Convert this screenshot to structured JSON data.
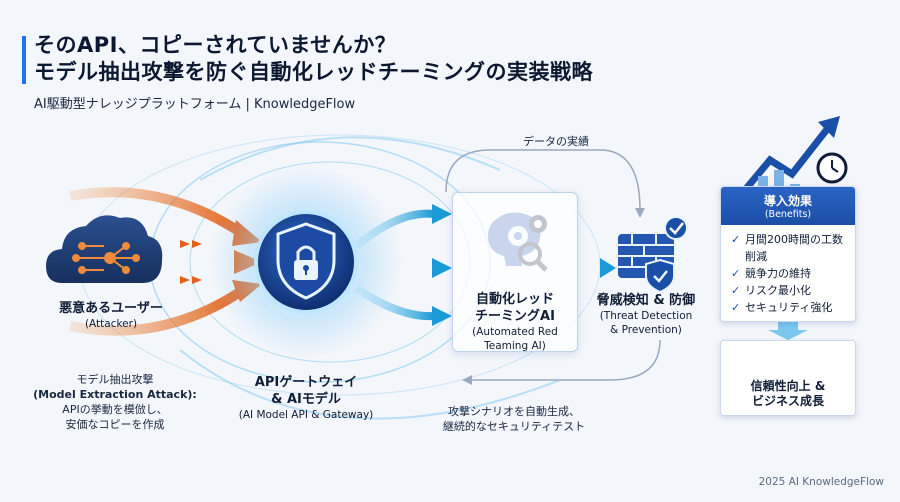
{
  "title": {
    "line1": "そのAPI、コピーされていませんか？",
    "line2": "モデル抽出攻撃を防ぐ自動化レッドチーミングの実装戦略"
  },
  "subtitle": "AI駆動型ナレッジプラットフォーム | KnowledgeFlow",
  "attacker": {
    "label": "悪意あるユーザー",
    "sub": "(Attacker)"
  },
  "attack_note": {
    "line1": "モデル抽出攻撃",
    "line2": "(Model Extraction Attack):",
    "line3": "APIの挙動を模倣し、",
    "line4": "安価なコピーを作成"
  },
  "gateway": {
    "line1": "APIゲートウェイ",
    "line2": "& AIモデル",
    "sub": "(AI Model API & Gateway)"
  },
  "redteam": {
    "line1": "自動化レッド",
    "line2": "チーミングAI",
    "sub1": "(Automated Red",
    "sub2": "Teaming AI)"
  },
  "threat": {
    "label": "脅威検知 & 防御",
    "sub1": "(Threat Detection",
    "sub2": "& Prevention)"
  },
  "data_note": "データの実績",
  "scenario_note": {
    "line1": "攻撃シナリオを自動生成、",
    "line2": "継続的なセキュリティテスト"
  },
  "benefits": {
    "title": "導入効果",
    "sub": "(Benefits)",
    "items": [
      "月間200時間の工数削減",
      "競争力の維持",
      "リスク最小化",
      "セキュリティ強化"
    ],
    "item1_line1": "月間200時間の工数",
    "item1_line2": "削減"
  },
  "trust": {
    "line1": "信頼性向上 &",
    "line2": "ビジネス成長"
  },
  "footer": "2025 AI KnowledgeFlow",
  "colors": {
    "accent": "#1a73e8",
    "attack": "#e8762b",
    "flow": "#29a8e0",
    "dark": "#0f1e36"
  }
}
